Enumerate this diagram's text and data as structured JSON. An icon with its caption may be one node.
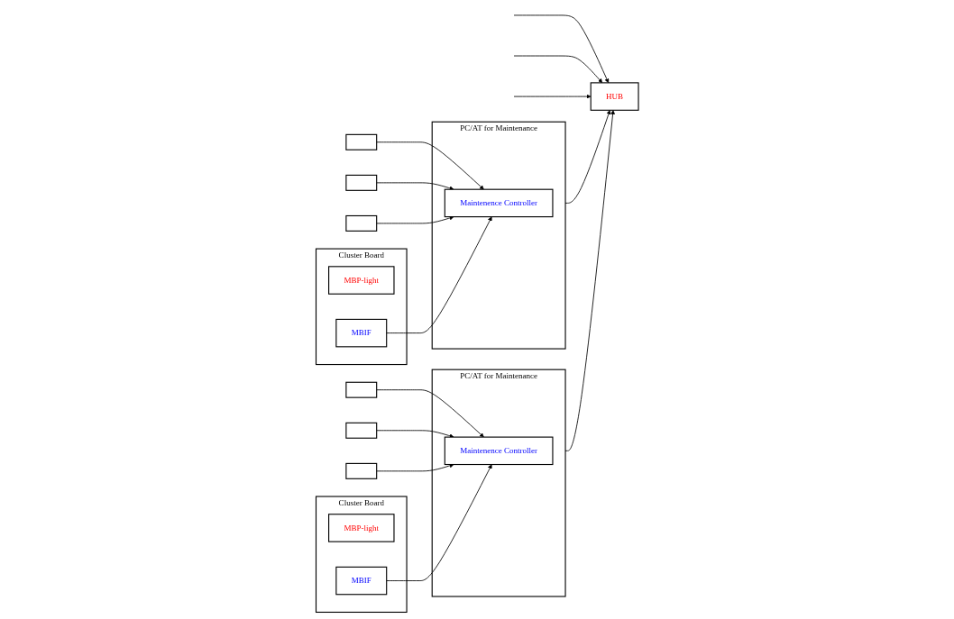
{
  "diagram": {
    "nodes": [
      {
        "text": [
          "Cluster Board"
        ]
      },
      {
        "text": [
          "MBP-light"
        ],
        "in": 0
      },
      {
        "text": [
          "MBIF"
        ],
        "in": 0
      },
      {
        "text": [],
        "shape": "box"
      },
      {
        "text": [],
        "shape": "box"
      },
      {
        "text": [],
        "shape": "box"
      },
      {
        "text": [
          "PC/AT for Maintenance"
        ]
      },
      {
        "text": [
          "Maintenence Controller"
        ],
        "in": 6
      },
      {
        "text": [
          "Cluster Board"
        ]
      },
      {
        "text": [
          "MBP-light"
        ],
        "in": 8
      },
      {
        "text": [
          "MBIF"
        ],
        "in": 8
      },
      {
        "text": [],
        "shape": "box"
      },
      {
        "text": [],
        "shape": "box"
      },
      {
        "text": [],
        "shape": "box"
      },
      {
        "text": [
          "PC/AT for Maintenance"
        ]
      },
      {
        "text": [
          "Maintenence Controller"
        ],
        "in": 14
      },
      {
        "text": [
          "HUB"
        ]
      }
    ],
    "edges": [
      {
        "from": null,
        "to": 16,
        "arrow": "to"
      },
      {
        "from": null,
        "to": 16,
        "arrow": "to"
      },
      {
        "from": null,
        "to": 16,
        "arrow": "to"
      },
      {
        "from": 3,
        "to": 7,
        "arrow": "to"
      },
      {
        "from": 4,
        "to": 7,
        "arrow": "to"
      },
      {
        "from": 5,
        "to": 7,
        "arrow": "to"
      },
      {
        "from": 2,
        "to": 7,
        "arrow": "to"
      },
      {
        "from": 6,
        "to": 16,
        "arrow": "to"
      },
      {
        "from": 11,
        "to": 15,
        "arrow": "to"
      },
      {
        "from": 12,
        "to": 15,
        "arrow": "to"
      },
      {
        "from": 13,
        "to": 15,
        "arrow": "to"
      },
      {
        "from": 10,
        "to": 15,
        "arrow": "to"
      },
      {
        "from": 14,
        "to": 16,
        "arrow": "to"
      }
    ]
  }
}
